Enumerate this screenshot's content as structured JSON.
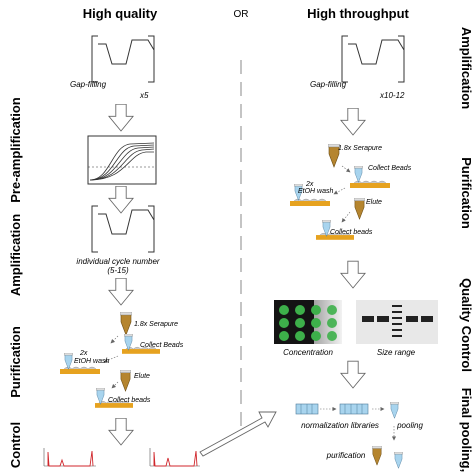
{
  "headers": {
    "left": "High quality",
    "or": "OR",
    "right": "High throughput"
  },
  "left_stages": [
    "Pre-amplification",
    "Amplification",
    "Purification",
    "Control"
  ],
  "right_stages": [
    "Amplification",
    "Purification",
    "Quality Control",
    "Final pooling,"
  ],
  "left": {
    "gap_filling": "Gap-filling",
    "cycles": "x5",
    "cycle_label_1": "individual cycle number",
    "cycle_label_2": "(5-15)",
    "serapure": "1.8x Serapure",
    "etoh_1": "2x",
    "etoh_2": "EtOH wash",
    "collect_beads_1": "Collect Beads",
    "elute": "Elute",
    "collect_beads_2": "Collect beads"
  },
  "right": {
    "gap_filling": "Gap-filling",
    "cycles": "x10-12",
    "serapure": "1.8x Serapure",
    "etoh_1": "2x",
    "etoh_2": "EtOH wash",
    "collect_beads_1": "Collect Beads",
    "elute": "Elute",
    "collect_beads_2": "Collect beads",
    "concentration": "Concentration",
    "size_range": "Size range",
    "normalization": "normalization libraries",
    "pooling": "pooling",
    "purification": "purification"
  },
  "colors": {
    "tube_brown": "#b5852f",
    "tube_blue": "#a8d4ee",
    "plate_orange": "#e6a21f",
    "well_green": "#3db04a",
    "trace_red": "#d0262b"
  }
}
